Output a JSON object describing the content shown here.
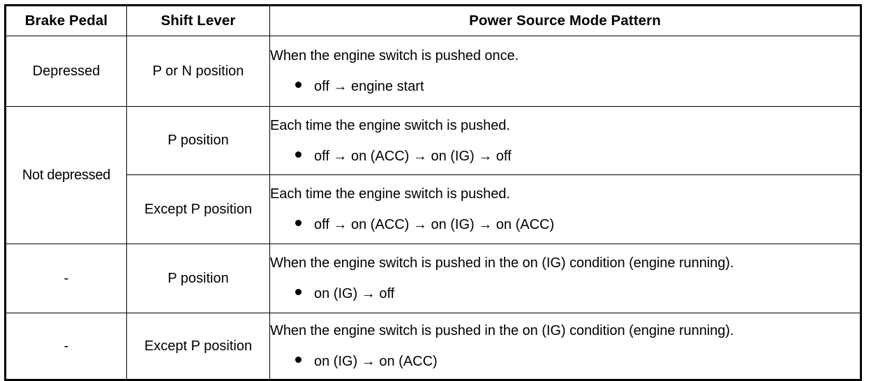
{
  "table": {
    "title": "Power Source Mode Pattern table",
    "columns": [
      {
        "key": "brake",
        "header": "Brake Pedal"
      },
      {
        "key": "shift",
        "header": "Shift Lever"
      },
      {
        "key": "mode",
        "header": "Power Source Mode Pattern"
      }
    ],
    "rows": [
      {
        "brake": "Depressed",
        "shift": "P or N position",
        "mode_intro": "When the engine switch is pushed once.",
        "mode_bullet": "off → engine start"
      },
      {
        "brake": "Not depressed",
        "shift": "P position",
        "mode_intro": "Each time the engine switch is pushed.",
        "mode_bullet": "off → on (ACC) → on (IG) → off"
      },
      {
        "brake": "",
        "shift": "Except P position",
        "mode_intro": "Each time the engine switch is pushed.",
        "mode_bullet": "off → on (ACC) → on (IG) → on (ACC)"
      },
      {
        "brake": "-",
        "shift": "P position",
        "mode_intro": "When the engine switch is pushed in the on (IG) condition (engine running).",
        "mode_bullet": "on (IG) → off"
      },
      {
        "brake": "-",
        "shift": "Except P position",
        "mode_intro": "When the engine switch is pushed in the on (IG) condition (engine running).",
        "mode_bullet": "on (IG) → on (ACC)"
      }
    ],
    "merged_brake_label": "Not depressed",
    "bullet_glyph": "filled-circle-bullet",
    "arrow_glyph": "right-arrow",
    "colors": {
      "text": "#000000",
      "border": "#000000",
      "background": "#ffffff"
    }
  }
}
